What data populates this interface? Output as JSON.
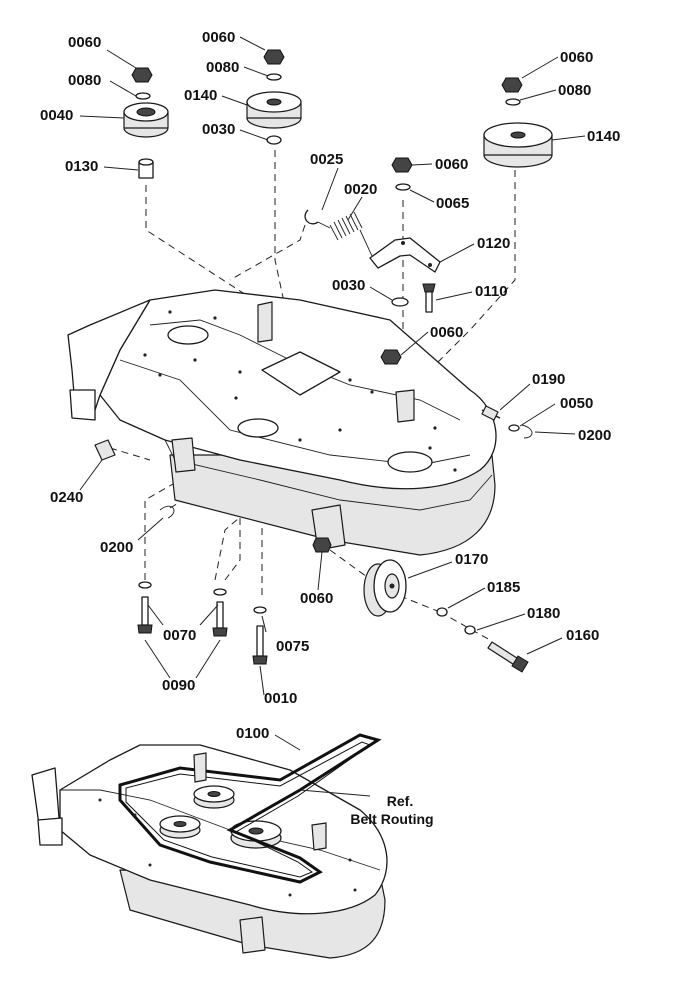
{
  "figure": {
    "parts": [
      {
        "id": "0060"
      },
      {
        "id": "0080"
      },
      {
        "id": "0040"
      },
      {
        "id": "0130"
      },
      {
        "id": "0140"
      },
      {
        "id": "0030"
      },
      {
        "id": "0025"
      },
      {
        "id": "0020"
      },
      {
        "id": "0065"
      },
      {
        "id": "0120"
      },
      {
        "id": "0110"
      },
      {
        "id": "0190"
      },
      {
        "id": "0050"
      },
      {
        "id": "0200"
      },
      {
        "id": "0240"
      },
      {
        "id": "0170"
      },
      {
        "id": "0185"
      },
      {
        "id": "0180"
      },
      {
        "id": "0160"
      },
      {
        "id": "0070"
      },
      {
        "id": "0075"
      },
      {
        "id": "0090"
      },
      {
        "id": "0010"
      },
      {
        "id": "0100"
      }
    ],
    "note_line1": "Ref.",
    "note_line2": "Belt Routing"
  }
}
